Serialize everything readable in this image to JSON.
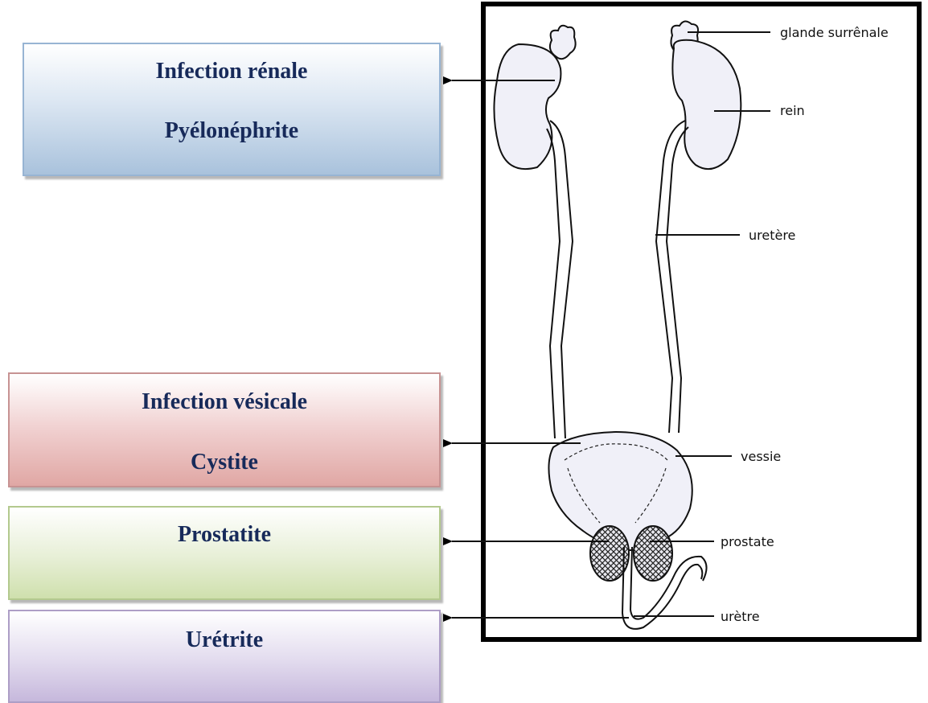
{
  "boxes": {
    "renal": {
      "line1": "Infection rénale",
      "line2": "Pyélonéphrite"
    },
    "vesicale": {
      "line1": "Infection vésicale",
      "line2": "Cystite"
    },
    "prostatite": {
      "line1": "Prostatite"
    },
    "uretrite": {
      "line1": "Urétrite"
    }
  },
  "labels": {
    "glande": "glande surrênale",
    "rein": "rein",
    "uretere": "uretère",
    "vessie": "vessie",
    "prostate": "prostate",
    "uretre": "urètre"
  },
  "colors": {
    "box_text": "#172a5a",
    "renal_fill": "#a9c2dc",
    "vesicale_fill": "#e0a7a4",
    "prostatite_fill": "#cfe0ad",
    "uretrite_fill": "#c6b8dc"
  }
}
